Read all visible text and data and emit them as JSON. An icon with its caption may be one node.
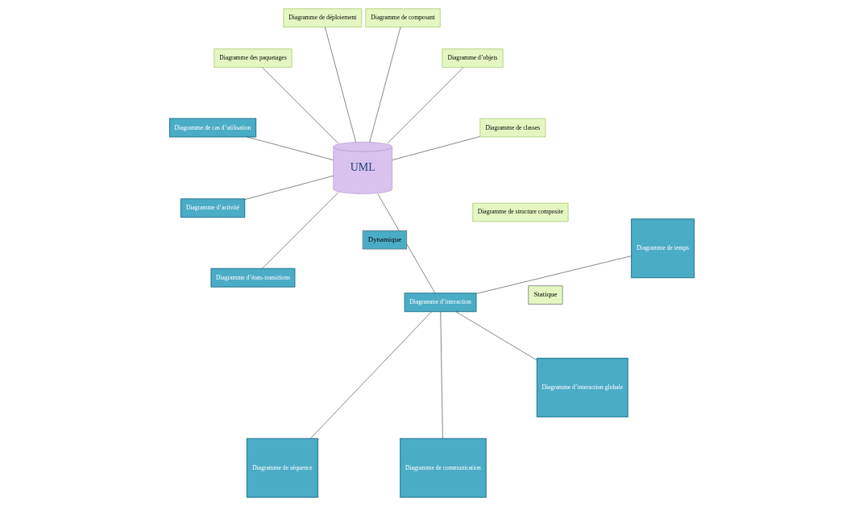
{
  "diagram": {
    "nodes": [
      {
        "text": [
          "UML"
        ]
      },
      {
        "text": [
          "Diagramme de classes"
        ]
      },
      {
        "text": [
          "Diagramme d’objets"
        ]
      },
      {
        "text": [
          "Diagramme de composant"
        ]
      },
      {
        "text": [
          "Diagramme de structure composite"
        ]
      },
      {
        "text": [
          "Diagramme de déploiement"
        ]
      },
      {
        "text": [
          "Diagramme des paquetages"
        ]
      },
      {
        "text": [
          "Diagramme de cas d’utilisation"
        ]
      },
      {
        "text": [
          "Diagramme d’activité"
        ]
      },
      {
        "text": [
          "Diagramme d’états-transitions"
        ]
      },
      {
        "text": [
          "Diagramme d’interaction"
        ]
      },
      {
        "text": [
          "Diagramme de séquence"
        ]
      },
      {
        "text": [
          "Diagramme de communication"
        ]
      },
      {
        "text": [
          "Diagramme d’interaction globale"
        ]
      },
      {
        "text": [
          "Diagramme de temps"
        ]
      }
    ],
    "edges": [
      {
        "from": 0,
        "to": 1,
        "arrow": "none"
      },
      {
        "from": 0,
        "to": 2,
        "arrow": "none"
      },
      {
        "from": 0,
        "to": 3,
        "arrow": "none"
      },
      {
        "from": 0,
        "to": 5,
        "arrow": "none"
      },
      {
        "from": 0,
        "to": 6,
        "arrow": "none"
      },
      {
        "from": 0,
        "to": 7,
        "arrow": "none"
      },
      {
        "from": 0,
        "to": 8,
        "arrow": "none"
      },
      {
        "from": 0,
        "to": 9,
        "arrow": "none"
      },
      {
        "from": 0,
        "to": 10,
        "arrow": "none"
      },
      {
        "from": 10,
        "to": 11,
        "arrow": "none"
      },
      {
        "from": 10,
        "to": 12,
        "arrow": "none"
      },
      {
        "from": 10,
        "to": 13,
        "arrow": "none"
      },
      {
        "from": 10,
        "to": 14,
        "arrow": "none"
      }
    ],
    "legend": [
      {
        "text": "Statique",
        "color": "#e4f7c2"
      },
      {
        "text": "Dynamique",
        "color": "#4bacc6"
      }
    ]
  }
}
